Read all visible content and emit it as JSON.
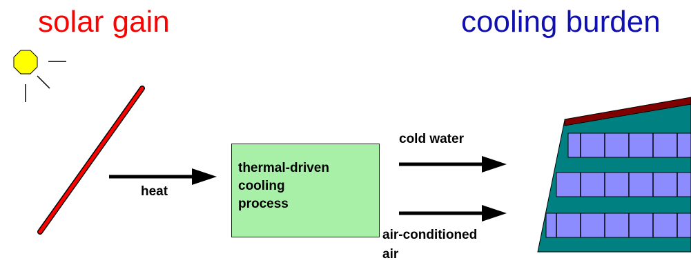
{
  "titles": {
    "left": "solar gain",
    "right": "cooling burden"
  },
  "labels": {
    "heat": "heat",
    "cold_water": "cold water",
    "air_conditioned_1": "air-conditioned",
    "air_conditioned_2": "air"
  },
  "process_box": {
    "line1": "thermal-driven",
    "line2": "cooling",
    "line3": "process"
  },
  "colors": {
    "solar_title": "#ff0000",
    "cooling_title": "#1010b0",
    "sun": "#ffff00",
    "collector": "#ff0000",
    "process_fill": "#a8f0a8",
    "building_teal": "#008080",
    "window_fill": "#8c8cff",
    "roof": "#800000"
  }
}
